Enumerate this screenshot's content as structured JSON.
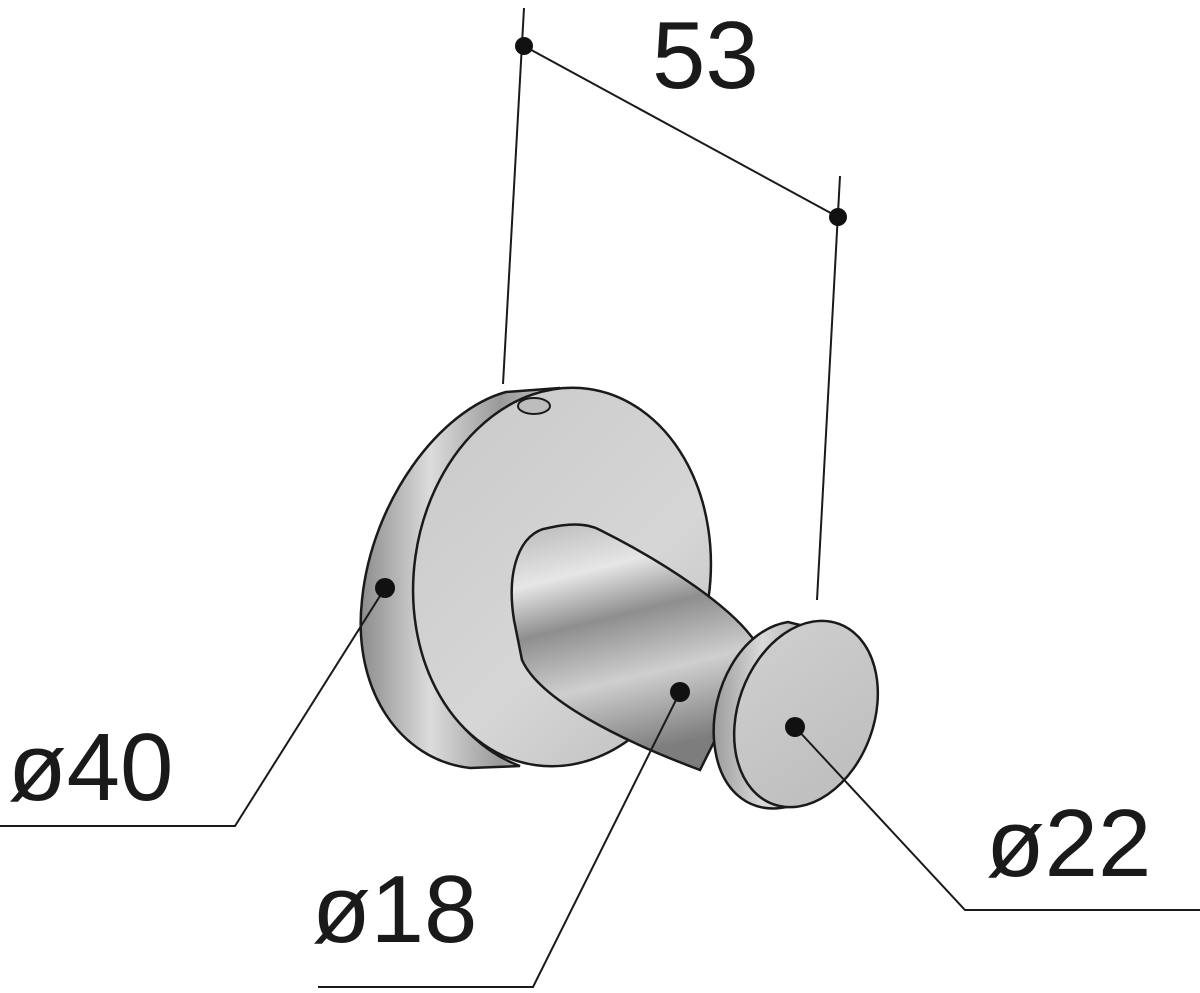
{
  "dimensions": {
    "overall_length": "53",
    "base_diameter": "ø40",
    "stem_diameter": "ø18",
    "cap_diameter": "ø22"
  },
  "colors": {
    "line": "#1a1a1a",
    "metal_light": "#d9d9d9",
    "metal_mid": "#a9a9a9",
    "metal_dark": "#6e6e6e"
  }
}
